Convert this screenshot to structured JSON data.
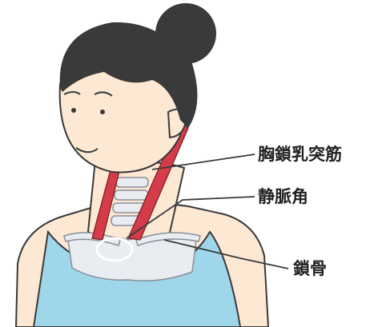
{
  "labels": {
    "scm": "胸鎖乳突筋",
    "vein_angle": "静脈角",
    "clavicle": "鎖骨"
  },
  "colors": {
    "skin": "#fde8d4",
    "hair": "#3a3a3a",
    "muscle": "#d33c48",
    "bone": "#e9ecf1",
    "shirt": "#9fd6ea",
    "outline": "#3a3a3a"
  }
}
